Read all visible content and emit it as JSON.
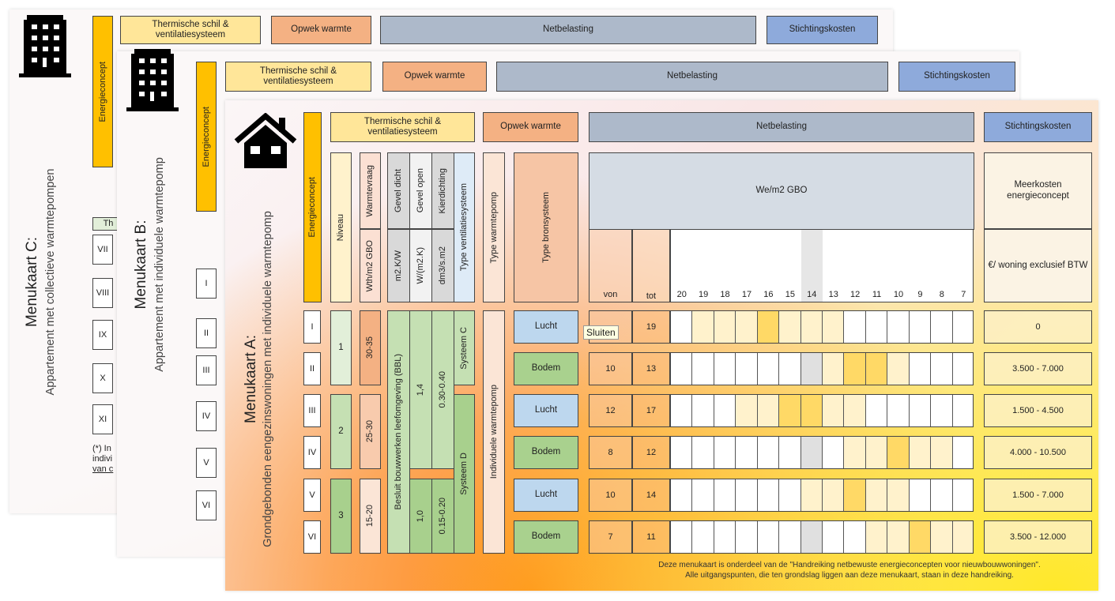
{
  "colors": {
    "yellow": "#ffc000",
    "peach": "#f4b183",
    "netbelasting": "#adb9ca",
    "stichting": "#8eaadb",
    "light_cell": "#fff2cc",
    "strong_cell": "#ffd966",
    "gray_cell": "#e0e0e0"
  },
  "cardC": {
    "title": "Menukaart C:",
    "subtitle": "Appartement met collectieve warmtepompen",
    "icon": "apartment-building-icon",
    "headers": [
      "Thermische schil & ventilatiesysteem",
      "Opwek warmte",
      "Netbelasting",
      "Stichtingskosten"
    ],
    "energieconcept": "Energieconcept",
    "partial_header": "Th",
    "romans": [
      "VII",
      "VIII",
      "IX",
      "X",
      "XI"
    ],
    "footnote": [
      "(*) In",
      "indivi",
      "van c"
    ]
  },
  "cardB": {
    "title": "Menukaart B:",
    "subtitle": "Appartement met individuele warmtepomp",
    "icon": "apartment-building-icon",
    "headers": [
      "Thermische schil & ventilatiesysteem",
      "Opwek warmte",
      "Netbelasting",
      "Stichtingskosten"
    ],
    "energieconcept": "Energieconcept",
    "romans": [
      "I",
      "II",
      "III",
      "IV",
      "V",
      "VI"
    ]
  },
  "cardA": {
    "title": "Menukaart A:",
    "subtitle": "Grondgebonden eengezinswoningen met individuele warmtepomp",
    "icon": "house-icon",
    "headers": {
      "energieconcept": "Energieconcept",
      "thermisch": "Thermische schil & ventilatiesysteem",
      "opwek": "Opwek warmte",
      "net": "Netbelasting",
      "stichting": "Stichtingskosten"
    },
    "columns": {
      "niveau": "Niveau",
      "warmtevraag": "Warmtevraag",
      "warmtevraag_unit": "Wth/m2 GBO",
      "gevel_dicht": "Gevel dicht",
      "gevel_dicht_unit": "m2.K/W",
      "gevel_open": "Gevel open",
      "gevel_open_unit": "W/(m2.K)",
      "kierdichting": "Kierdichting",
      "kierdichting_unit": "dm3/s.m2",
      "ventilatie": "Type ventilatiesysteem",
      "warmtepomp": "Type warmtepomp",
      "bron": "Type bronsysteem",
      "we": "We/m2 GBO",
      "von": "von",
      "tot": "tot",
      "meerkosten": "Meerkosten energieconcept",
      "kosten_unit": "€/ woning exclusief BTW"
    },
    "scale": [
      "20",
      "19",
      "18",
      "17",
      "16",
      "15",
      "14",
      "13",
      "12",
      "11",
      "10",
      "9",
      "8",
      "7"
    ],
    "niveaus": [
      "1",
      "2",
      "3"
    ],
    "warmtevraag": [
      "30-35",
      "25-30",
      "15-20"
    ],
    "bbl": "Besluit bouwwerken leefomgeving (BBL)",
    "gevel_dicht": [
      "1,4",
      "1,0"
    ],
    "kier": [
      "0.30-0.40",
      "0.15-0.20"
    ],
    "systemen": [
      "Systeem C",
      "Systeem D"
    ],
    "warmtepomp": "Individuele warmtepomp",
    "rows": [
      {
        "roman": "I",
        "bron": "Lucht",
        "von": "",
        "tot": "19",
        "kosten": "0",
        "cells": [
          0,
          1,
          1,
          1,
          2,
          1,
          1,
          1,
          0,
          0,
          0,
          0,
          0,
          0
        ]
      },
      {
        "roman": "II",
        "bron": "Bodem",
        "von": "10",
        "tot": "13",
        "kosten": "3.500 - 7.000",
        "cells": [
          0,
          0,
          0,
          0,
          0,
          0,
          3,
          1,
          2,
          2,
          1,
          0,
          0,
          0
        ]
      },
      {
        "roman": "III",
        "bron": "Lucht",
        "von": "12",
        "tot": "17",
        "kosten": "1.500 - 4.500",
        "cells": [
          0,
          0,
          0,
          1,
          1,
          2,
          2,
          1,
          1,
          0,
          0,
          0,
          0,
          0
        ]
      },
      {
        "roman": "IV",
        "bron": "Bodem",
        "von": "8",
        "tot": "12",
        "kosten": "4.000 - 10.500",
        "cells": [
          0,
          0,
          0,
          0,
          0,
          0,
          3,
          0,
          1,
          1,
          2,
          1,
          1,
          0
        ]
      },
      {
        "roman": "V",
        "bron": "Lucht",
        "von": "10",
        "tot": "14",
        "kosten": "1.500 - 7.000",
        "cells": [
          0,
          0,
          0,
          0,
          0,
          0,
          1,
          1,
          2,
          1,
          1,
          0,
          0,
          0
        ]
      },
      {
        "roman": "VI",
        "bron": "Bodem",
        "von": "7",
        "tot": "11",
        "kosten": "3.500 - 12.000",
        "cells": [
          0,
          0,
          0,
          0,
          0,
          0,
          3,
          0,
          0,
          1,
          1,
          2,
          1,
          1
        ]
      }
    ],
    "footer": [
      "Deze menukaart is onderdeel van de \"Handreiking netbewuste energieconcepten voor nieuwbouwwoningen\".",
      "Alle uitgangspunten, die ten grondslag liggen aan deze menukaart, staan in deze handreiking."
    ]
  },
  "tooltip": "Sluiten"
}
